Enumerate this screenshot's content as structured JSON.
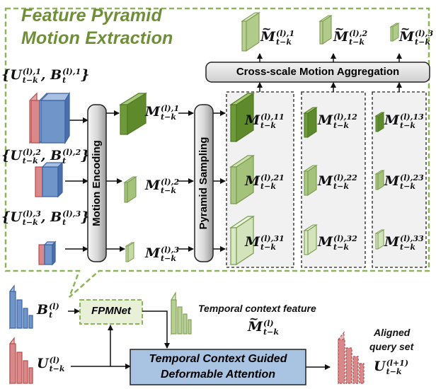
{
  "panel": {
    "title_line1": "Feature Pyramid",
    "title_line2": "Motion Extraction"
  },
  "inputs": [
    {
      "main": "{U",
      "sup": "(l),1",
      "sub": "t−k",
      "second": ", B",
      "sup2": "(l),1",
      "sub2": "t",
      "close": "}"
    },
    {
      "main": "{U",
      "sup": "(l),2",
      "sub": "t−k",
      "second": ", B",
      "sup2": "(l),2",
      "sub2": "t",
      "close": "}"
    },
    {
      "main": "{U",
      "sup": "(l),3",
      "sub": "t−k",
      "second": ", B",
      "sup2": "(l),3",
      "sub2": "t",
      "close": "}"
    }
  ],
  "blocks": {
    "motion_encoding": "Motion Encoding",
    "pyramid_sampling": "Pyramid Sampling",
    "cross_scale": "Cross-scale Motion Aggregation",
    "fpmnet": "FPMNet",
    "tcgda_line1": "Temporal Context Guided",
    "tcgda_line2": "Deformable Attention"
  },
  "encoded": [
    {
      "main": "M",
      "sup": "(l),1",
      "sub": "t−k"
    },
    {
      "main": "M",
      "sup": "(l),2",
      "sub": "t−k"
    },
    {
      "main": "M",
      "sup": "(l),3",
      "sub": "t−k"
    }
  ],
  "sampled": [
    {
      "main": "M",
      "sup": "(l),11",
      "sub": "t−k"
    },
    {
      "main": "M",
      "sup": "(l),21",
      "sub": "t−k"
    },
    {
      "main": "M",
      "sup": "(l),31",
      "sub": "t−k"
    },
    {
      "main": "M",
      "sup": "(l),12",
      "sub": "t−k"
    },
    {
      "main": "M",
      "sup": "(l),22",
      "sub": "t−k"
    },
    {
      "main": "M",
      "sup": "(l),32",
      "sub": "t−k"
    },
    {
      "main": "M",
      "sup": "(l),13",
      "sub": "t−k"
    },
    {
      "main": "M",
      "sup": "(l),23",
      "sub": "t−k"
    },
    {
      "main": "M",
      "sup": "(l),33",
      "sub": "t−k"
    }
  ],
  "aggregated": [
    {
      "main": "M",
      "sup": "(l),1",
      "sub": "t−k"
    },
    {
      "main": "M",
      "sup": "(l),2",
      "sub": "t−k"
    },
    {
      "main": "M",
      "sup": "(l),3",
      "sub": "t−k"
    }
  ],
  "bottom": {
    "b_input": {
      "main": "B",
      "sup": "(l)",
      "sub": "t"
    },
    "u_input": {
      "main": "U",
      "sup": "(l)",
      "sub": "t−k"
    },
    "context_caption": "Temporal context feature",
    "context_symbol": {
      "main": "M",
      "sup": "(l)",
      "sub": "t−k"
    },
    "aligned_caption_line1": "Aligned",
    "aligned_caption_line2": "query set",
    "aligned_symbol": {
      "main": "U",
      "sup": "(l+1)",
      "sub": "t−k"
    }
  },
  "colors": {
    "green_dark": "#6f8f36",
    "green_mid": "#8db45a",
    "green_light": "#c8dcaa",
    "red": "#d98989",
    "blue": "#6f95c9",
    "fpm_fill": "#e8f1d8",
    "attn_fill": "#a9c3e3"
  }
}
